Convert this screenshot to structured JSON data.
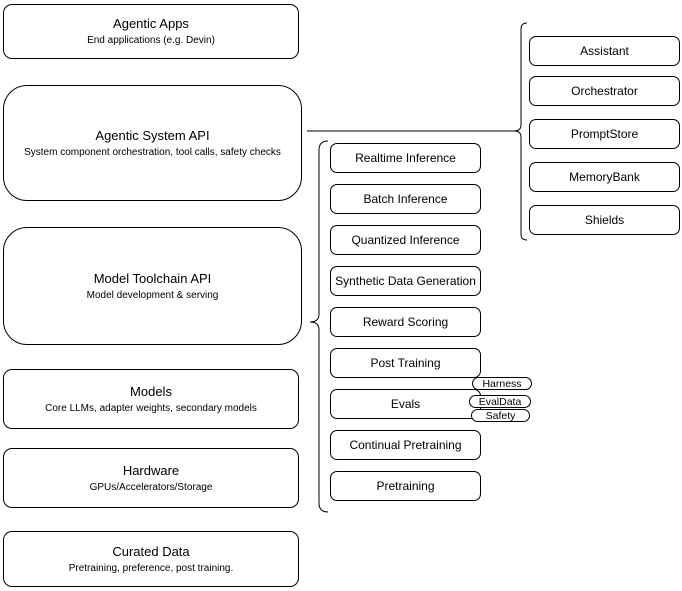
{
  "left_column": [
    {
      "title": "Agentic Apps",
      "subtitle": "End applications (e.g. Devin)"
    },
    {
      "title": "Agentic System API",
      "subtitle": "System component orchestration, tool calls, safety checks"
    },
    {
      "title": "Model Toolchain API",
      "subtitle": "Model development & serving"
    },
    {
      "title": "Models",
      "subtitle": "Core LLMs, adapter weights, secondary models"
    },
    {
      "title": "Hardware",
      "subtitle": "GPUs/Accelerators/Storage"
    },
    {
      "title": "Curated Data",
      "subtitle": "Pretraining, preference, post training."
    }
  ],
  "middle_column": [
    "Realtime Inference",
    "Batch Inference",
    "Quantized Inference",
    "Synthetic Data Generation",
    "Reward Scoring",
    "Post Training",
    "Evals",
    "Continual Pretraining",
    "Pretraining"
  ],
  "evals_pills": [
    "Harness",
    "EvalData",
    "Safety"
  ],
  "right_column": [
    "Assistant",
    "Orchestrator",
    "PromptStore",
    "MemoryBank",
    "Shields"
  ],
  "colors": {
    "stroke": "#000000",
    "box_fill": "#ffffff",
    "background": "#ffffff"
  }
}
